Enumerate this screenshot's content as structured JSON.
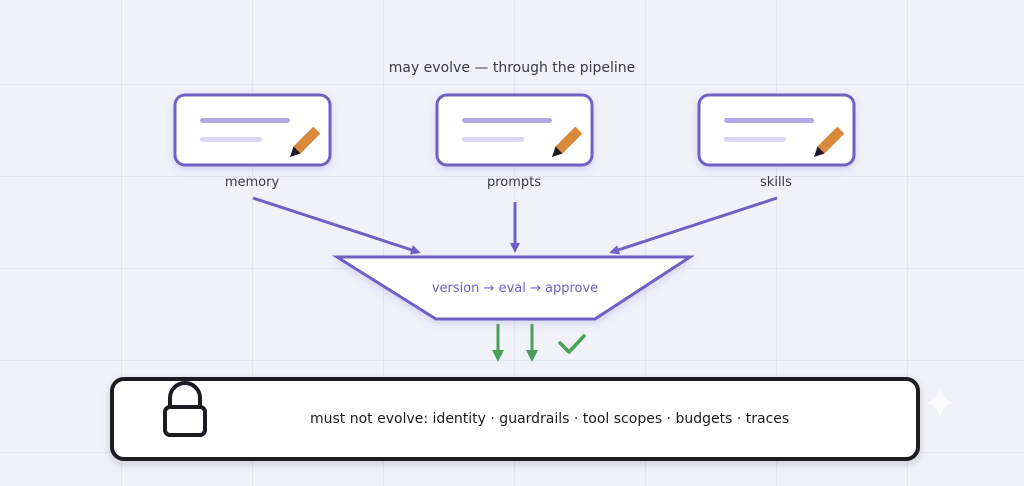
{
  "title": "may evolve — through the pipeline",
  "cards": [
    {
      "label": "memory",
      "icon": "pencil-icon"
    },
    {
      "label": "prompts",
      "icon": "pencil-icon"
    },
    {
      "label": "skills",
      "icon": "pencil-icon"
    }
  ],
  "pipeline": {
    "label": "version → eval → approve"
  },
  "constraint": {
    "label": "must not evolve: identity · guardrails · tool scopes · budgets · traces",
    "icon": "lock-icon"
  },
  "colors": {
    "accent": "#6f61c4",
    "success": "#4aa056",
    "dark": "#1b1b22",
    "pencil": "#d9893a"
  }
}
